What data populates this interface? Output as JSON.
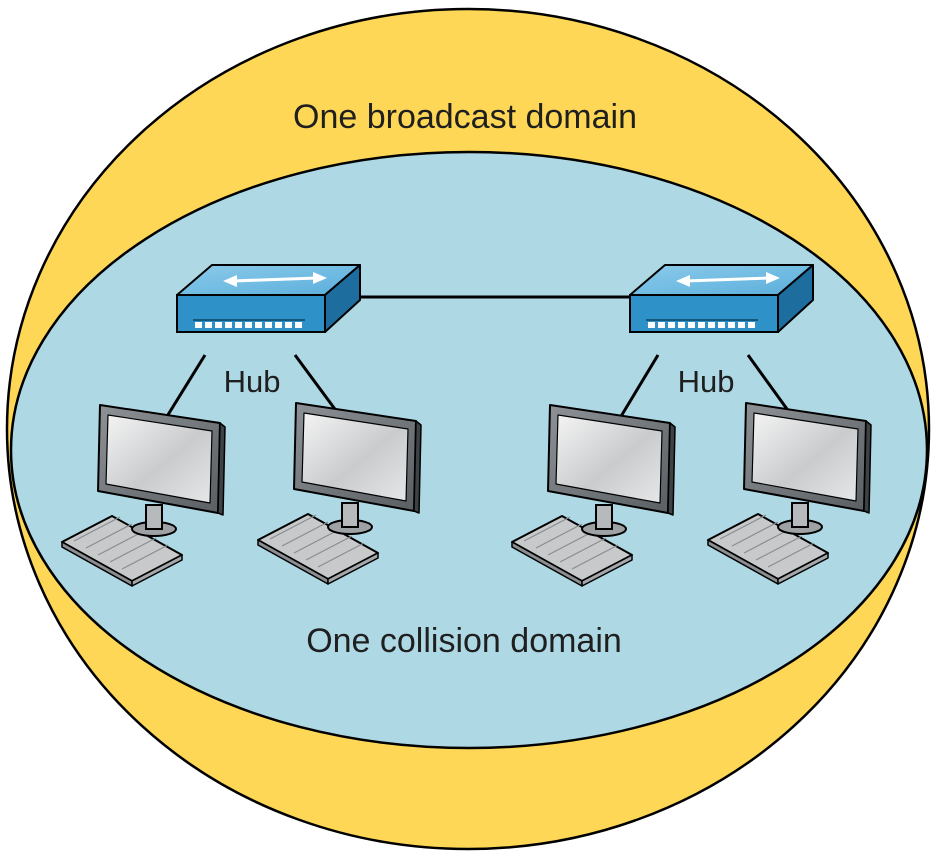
{
  "labels": {
    "broadcast_domain": "One broadcast domain",
    "collision_domain": "One collision domain",
    "hub_left": "Hub",
    "hub_right": "Hub"
  },
  "colors": {
    "broadcast_fill": "#FDD755",
    "collision_fill": "#ADD8E4",
    "hub_front": "#2E92C9",
    "hub_top": "#7BC1E6",
    "hub_side": "#1D6E9E",
    "outline": "#000000"
  },
  "icons": {
    "hub": "hub-icon",
    "computer": "desktop-computer-icon",
    "keyboard": "keyboard-icon"
  }
}
